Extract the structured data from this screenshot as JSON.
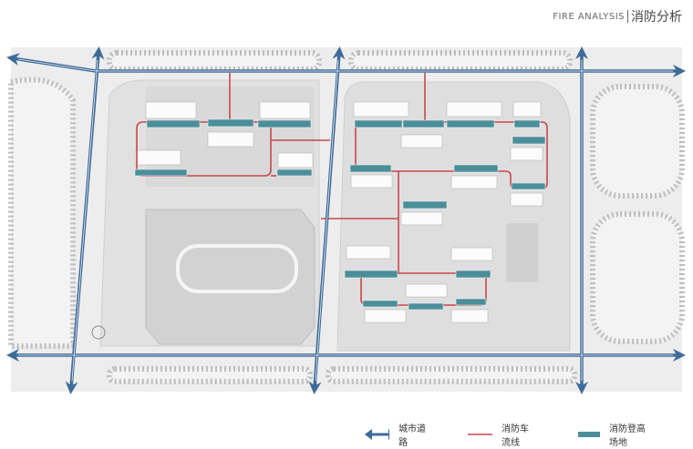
{
  "header": {
    "title_en": "FIRE ANALYSIS",
    "title_cn": "消防分析"
  },
  "legend": [
    {
      "label": "城市道路",
      "icon": "double-arrow-icon",
      "color": "#3f6b9a"
    },
    {
      "label": "消防车流线",
      "icon": "red-line-icon",
      "color": "#c9464c"
    },
    {
      "label": "消防登高场地",
      "icon": "teal-bar-icon",
      "color": "#4b8e99"
    }
  ]
}
